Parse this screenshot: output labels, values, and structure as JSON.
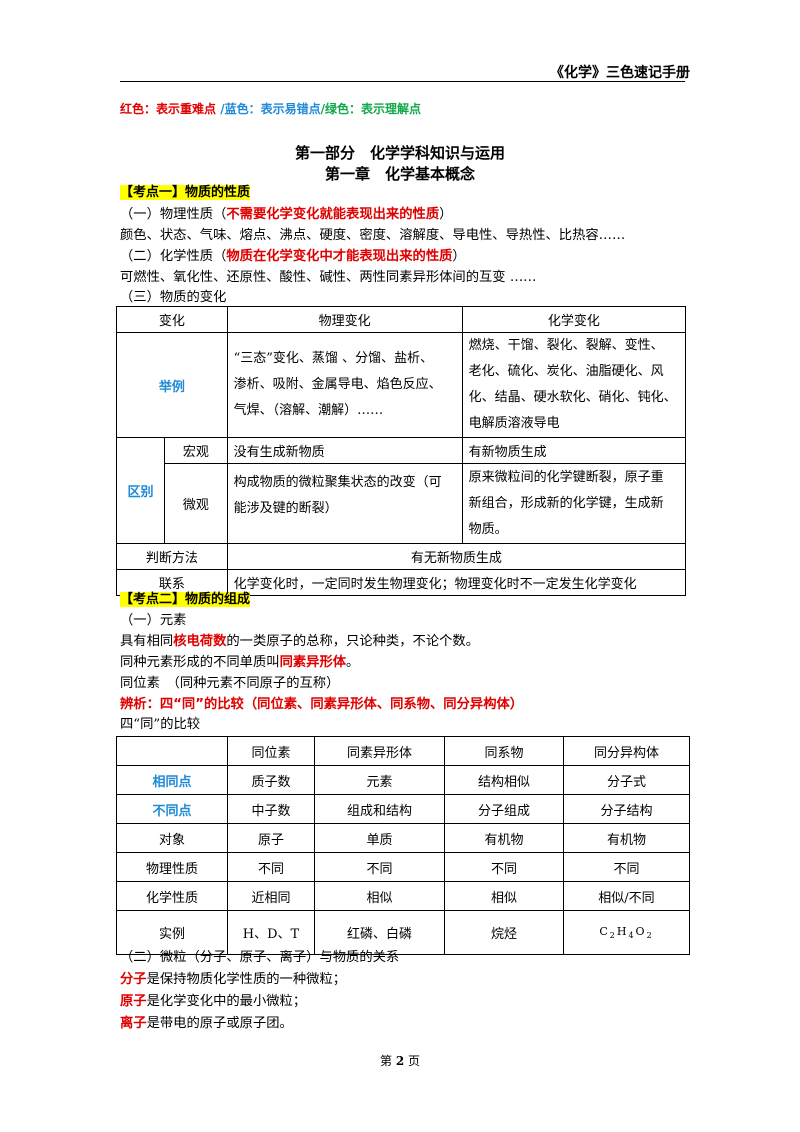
{
  "header": {
    "title": "《化学》三色速记手册"
  },
  "legend": {
    "red_prefix": "红色：表示",
    "red_term": "重难点",
    "sep1": " /",
    "blue_prefix": "蓝色：表示",
    "blue_term": "易错点",
    "sep2": "/",
    "green_prefix": "绿色：表示",
    "green_term": "理解点"
  },
  "part_title": "第一部分　化学学科知识与运用",
  "chapter_title": "第一章　化学基本概念",
  "kp1": {
    "heading": "【考点一】物质的性质",
    "physical_label": "（一）物理性质（",
    "physical_def": "不需要化学变化就能表现出来的性质",
    "physical_close": "）",
    "physical_list": "颜色、状态、气味、熔点、沸点、硬度、密度、溶解度、导电性、导热性、比热容……",
    "chemical_label": "（二）化学性质（",
    "chemical_def": "物质在化学变化中才能表现出来的性质",
    "chemical_close": "）",
    "chemical_list": "可燃性、氧化性、还原性、酸性、碱性、两性同素异形体间的互变 ……",
    "change_label": "（三）物质的变化"
  },
  "table1": {
    "h_change": "变化",
    "h_physical": "物理变化",
    "h_chemical": "化学变化",
    "example_label": "举例",
    "example_physical": [
      "“三态”变化、蒸馏 、分馏、盐析、",
      "渗析、吸附、金属导电、焰色反应、",
      "气焊、（溶解、潮解）……"
    ],
    "example_chemical": [
      "燃烧、干馏、裂化、裂解、变性、",
      "老化、硫化、炭化、油脂硬化、风",
      "化、结晶、硬水软化、硝化、钝化、",
      "电解质溶液导电"
    ],
    "diff_label": "区别",
    "macro_label": "宏观",
    "macro_physical": "没有生成新物质",
    "macro_chemical": "有新物质生成",
    "micro_label": "微观",
    "micro_physical": [
      "构成物质的微粒聚集状态的改变（可",
      "能涉及键的断裂）"
    ],
    "micro_chemical": [
      "原来微粒间的化学键断裂，原子重",
      "新组合，形成新的化学键，生成新",
      "物质。"
    ],
    "judge_label": "判断方法",
    "judge_value": "有无新物质生成",
    "link_label": "联系",
    "link_value": "化学变化时，一定同时发生物理变化；物理变化时不一定发生化学变化"
  },
  "kp2": {
    "heading": "【考点二】物质的组成",
    "element_label": "（一）元素",
    "element_def_pre": "具有相同",
    "element_def_term": "核电荷数",
    "element_def_post": "的一类原子的总称，只论种类，不论个数。",
    "allotrope_pre": "同种元素形成的不同单质叫",
    "allotrope_term": "同素异形体",
    "allotrope_post": "。",
    "isotope": "同位素　（同种元素不同原子的互称）",
    "contrast": "辨析：四“同”的比较（同位素、同素异形体、同系物、同分异构体）",
    "compare_label": "四“同”的比较"
  },
  "table2": {
    "headers": [
      "",
      "同位素",
      "同素异形体",
      "同系物",
      "同分异构体"
    ],
    "same_label": "相同点",
    "same": [
      "质子数",
      "元素",
      "结构相似",
      "分子式"
    ],
    "diff_label": "不同点",
    "diff": [
      "中子数",
      "组成和结构",
      "分子组成",
      "分子结构"
    ],
    "object_label": "对象",
    "object": [
      "原子",
      "单质",
      "有机物",
      "有机物"
    ],
    "phys_label": "物理性质",
    "phys": [
      "不同",
      "不同",
      "不同",
      "不同"
    ],
    "chem_label": "化学性质",
    "chem": [
      "近相同",
      "相似",
      "相似",
      "相似/不同"
    ],
    "example_label": "实例",
    "example": [
      "H、D、T",
      "红磷、白磷",
      "烷烃"
    ],
    "example_formula": {
      "c": "C",
      "c_sub": "2",
      "h": "H",
      "h_sub": "4",
      "o": "O",
      "o_sub": "2"
    }
  },
  "kp2b": {
    "particle_label": "（二）微粒（分子、原子、离子）与物质的关系",
    "molecule_term": "分子",
    "molecule_def": "是保持物质化学性质的一种微粒；",
    "atom_term": "原子",
    "atom_def": "是化学变化中的最小微粒；",
    "ion_term": "离子",
    "ion_def": "是带电的原子或原子团。"
  },
  "footer": {
    "pre": "第 ",
    "num": "2",
    "post": " 页"
  }
}
